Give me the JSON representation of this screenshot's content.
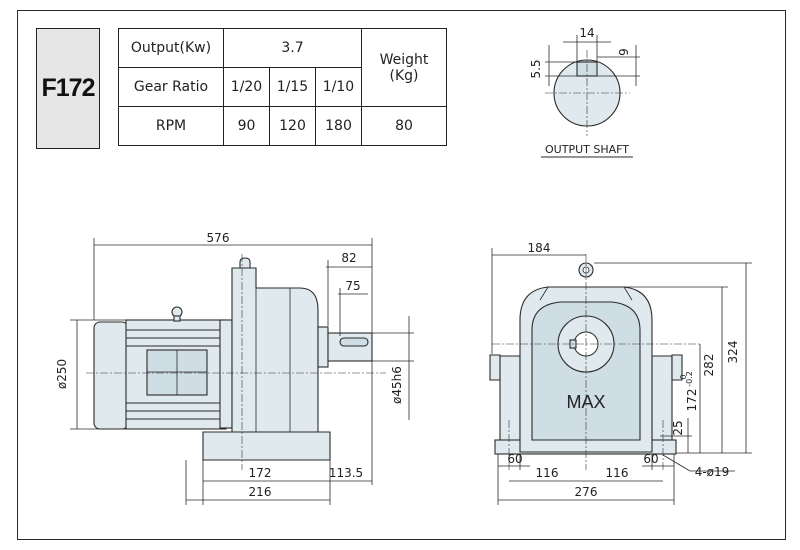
{
  "model": "F172",
  "spec": {
    "output_label": "Output(Kw)",
    "output_value": "3.7",
    "gear_ratio_label": "Gear Ratio",
    "ratios": [
      "1/20",
      "1/15",
      "1/10"
    ],
    "rpm_label": "RPM",
    "rpms": [
      "90",
      "120",
      "180"
    ],
    "weight_label_1": "Weight",
    "weight_label_2": "(Kg)",
    "weight_value": "80"
  },
  "shaft": {
    "caption": "OUTPUT SHAFT",
    "key_width": "14",
    "key_depth": "5.5",
    "key_height": "9"
  },
  "side_view": {
    "overall_length": "576",
    "shaft_length": "82",
    "shaft_key_length": "75",
    "motor_diameter": "ø250",
    "shaft_diameter": "ø45h6",
    "base_span": "172",
    "base_offset": "113.5",
    "base_length": "216"
  },
  "front_view": {
    "half_width": "184",
    "overall_height": "324",
    "center_height_total": "282",
    "shaft_height": "172",
    "shaft_height_tol_upper": "0",
    "shaft_height_tol_lower": "-0.2",
    "base_thickness": "25",
    "foot_left": "60",
    "foot_right": "60",
    "hole_left": "116",
    "hole_right": "116",
    "base_width": "276",
    "bolt_holes": "4-ø19",
    "label": "MAX"
  }
}
